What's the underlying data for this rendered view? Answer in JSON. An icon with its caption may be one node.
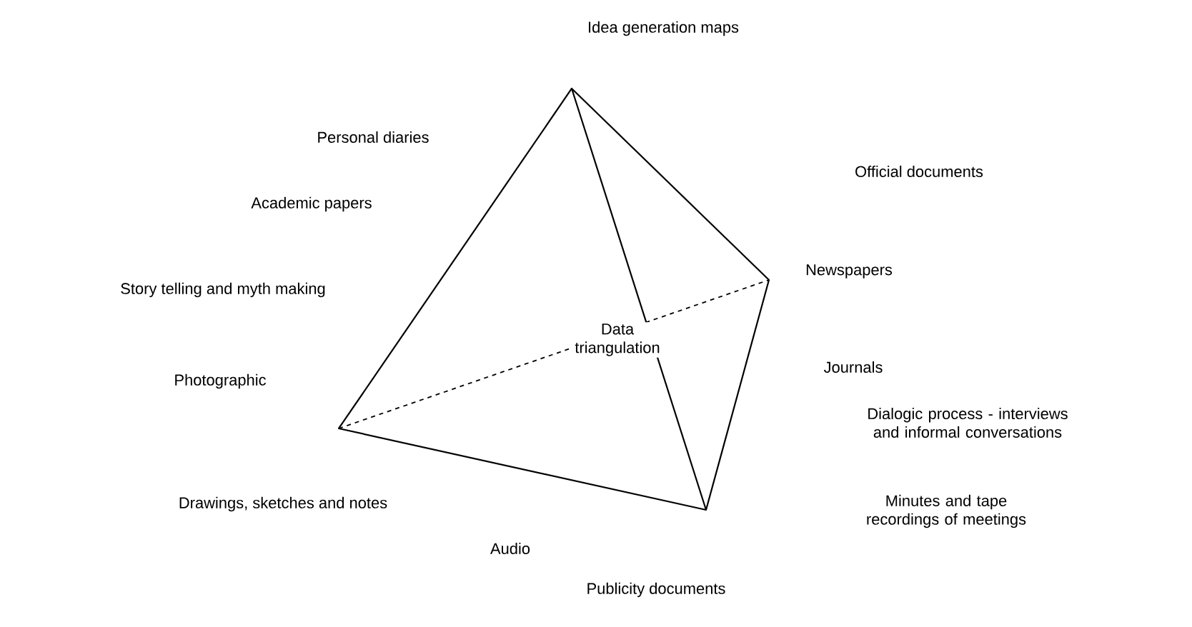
{
  "diagram": {
    "labels": [
      "Idea generation maps",
      "Personal diaries",
      "Official documents",
      "Academic papers",
      "Newspapers",
      "Story telling and myth making",
      "Data triangulation",
      "Journals",
      "Photographic",
      "Dialogic process - interviews and informal conversations",
      "Drawings, sketches and notes",
      "Minutes and tape recordings of meetings",
      "Audio",
      "Publicity documents"
    ]
  }
}
